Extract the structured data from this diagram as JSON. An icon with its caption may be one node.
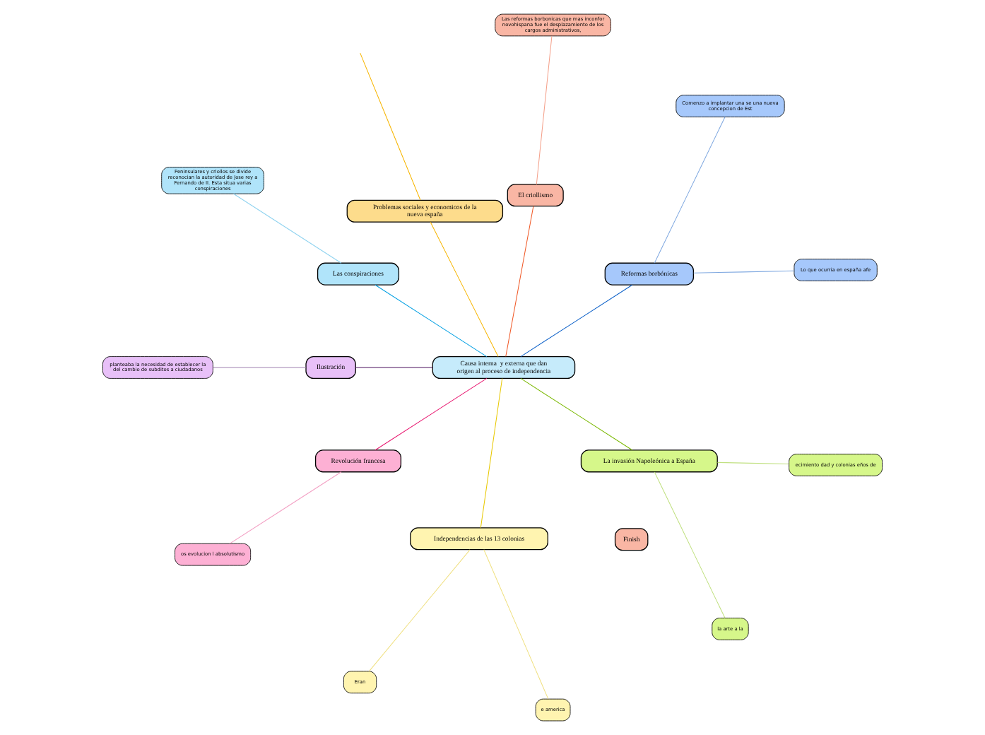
{
  "diagram": {
    "nodes": [
      {
        "text": [
          "Causa interna  y externa que dan origen al proceso de independencia"
        ]
      },
      {
        "text": [
          "Reformas borbónicas"
        ]
      },
      {
        "text": [
          "Lo que ocurria en españa afe"
        ]
      },
      {
        "text": [
          "Comenzo a implantar una se una nueva concepcion de Est"
        ]
      },
      {
        "text": [
          "El criollismo"
        ]
      },
      {
        "text": [
          "Las reformas borbonicas que mas inconfor novohispana fue el desplazamiento de los cargos administrativos,"
        ]
      },
      {
        "text": [
          "Problemas sociales y economicos de la nueva españa"
        ]
      },
      {
        "text": [
          "Las conspiraciones"
        ]
      },
      {
        "text": [
          "Peninsulares y criollos se divide reconocian la autoridad de Jose rey a Fernando de II. Esta situa varias conspiraciones"
        ]
      },
      {
        "text": [
          "Ilustración"
        ]
      },
      {
        "text": [
          "planteaba la necesidad de establecer la del cambio de subditos a ciudadanos"
        ]
      },
      {
        "text": [
          "Revolución francesa"
        ]
      },
      {
        "text": [
          "os evolucion l absolutismo"
        ]
      },
      {
        "text": [
          "Independencias de las 13 colonias"
        ]
      },
      {
        "text": [
          "Eran"
        ]
      },
      {
        "text": [
          "e america"
        ]
      },
      {
        "text": [
          "La invasión Napoleónica a España"
        ]
      },
      {
        "text": [
          "la arte a la"
        ]
      },
      {
        "text": [
          "ecimiento dad y colonias eños de"
        ]
      },
      {
        "text": [
          "Finish"
        ]
      }
    ],
    "edges": [
      {
        "from": 0,
        "to": 1,
        "arrow": "none",
        "color": "#0a5fc8"
      },
      {
        "from": 1,
        "to": 2,
        "arrow": "none",
        "color": "#7fa8e0"
      },
      {
        "from": 1,
        "to": 3,
        "arrow": "none",
        "color": "#7fa8e0"
      },
      {
        "from": 0,
        "to": 4,
        "arrow": "none",
        "color": "#f05a28"
      },
      {
        "from": 4,
        "to": 5,
        "arrow": "none",
        "color": "#f4a08a"
      },
      {
        "from": 0,
        "to": 6,
        "arrow": "none",
        "color": "#f7b500"
      },
      {
        "from": 6,
        "to": null,
        "arrow": "none",
        "color": "#f7b500"
      },
      {
        "from": 0,
        "to": 7,
        "arrow": "none",
        "color": "#009fe3"
      },
      {
        "from": 7,
        "to": 8,
        "arrow": "none",
        "color": "#8fd3f0"
      },
      {
        "from": 0,
        "to": 9,
        "arrow": "none",
        "color": "#4b0f5c"
      },
      {
        "from": 9,
        "to": 10,
        "arrow": "none",
        "color": "#a080b0"
      },
      {
        "from": 0,
        "to": 11,
        "arrow": "none",
        "color": "#e8146e"
      },
      {
        "from": 11,
        "to": 12,
        "arrow": "none",
        "color": "#f3a0c4"
      },
      {
        "from": 0,
        "to": 13,
        "arrow": "none",
        "color": "#e8c800"
      },
      {
        "from": 13,
        "to": 14,
        "arrow": "none",
        "color": "#f0e080"
      },
      {
        "from": 13,
        "to": 15,
        "arrow": "none",
        "color": "#f0e080"
      },
      {
        "from": 0,
        "to": 16,
        "arrow": "none",
        "color": "#7ab800"
      },
      {
        "from": 16,
        "to": 17,
        "arrow": "none",
        "color": "#c0e080"
      },
      {
        "from": 16,
        "to": 18,
        "arrow": "none",
        "color": "#c0e080"
      }
    ]
  }
}
